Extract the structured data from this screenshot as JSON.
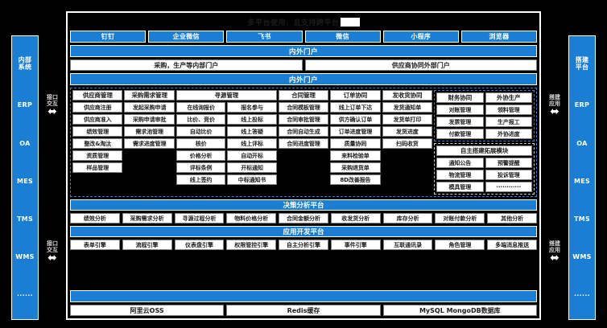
{
  "header": {
    "title": "多平台使用，且支持跨平台",
    "redacted": true
  },
  "platforms": [
    "钉钉",
    "企业微信",
    "飞书",
    "微信",
    "小程序",
    "浏览器"
  ],
  "portal": {
    "bar_label": "内外门户",
    "internal": "采购，生产等内部门户",
    "external": "供应商协同外部门户",
    "second_bar_label": "内外门户"
  },
  "left_rail": {
    "title": "内部\n系统",
    "items": [
      "ERP",
      "OA",
      "MES",
      "TMS",
      "WMS",
      "······"
    ]
  },
  "right_rail": {
    "title": "搭建\n平台",
    "items": [
      "ERP",
      "OA",
      "MES",
      "TMS",
      "WMS",
      "······"
    ]
  },
  "arrows": {
    "left_top": "接口\n交互",
    "left_bottom": "接口\n交互",
    "right_top": "搭建\n应用",
    "right_bottom": "搭建\n应用"
  },
  "grid": {
    "supplier": {
      "head": "供应商管理",
      "items": [
        "供应商注册",
        "供应商准入",
        "绩效管理",
        "整改&淘汰",
        "资质管理",
        "样品管理"
      ]
    },
    "demand": {
      "head": "采购需求管理",
      "items": [
        "发起采购申请",
        "采购申请审批",
        "需求池管理",
        "需求进度管理"
      ]
    },
    "sourcing": {
      "head": "寻源管理",
      "pairs": [
        [
          "在线询报价",
          "报名参与"
        ],
        [
          "比价、竞价",
          "线上投标"
        ],
        [
          "自动比价",
          "线上答疑"
        ],
        [
          "核价",
          "线上评标"
        ],
        [
          "价格分析",
          "自动开标"
        ],
        [
          "评标条例",
          "开标通知"
        ],
        [
          "线上签约",
          "中标通知书"
        ]
      ]
    },
    "contract": {
      "head": "合同管理",
      "items": [
        "合同模板管理",
        "合同审批管理",
        "合同自动生成",
        "合同进度管理"
      ]
    },
    "order": {
      "head": "订单协同",
      "items": [
        "线上订单下达",
        "供方确认订单",
        "订单进度管理",
        "质量协同",
        "来料检验单",
        "采购退货单",
        "8D改善报告"
      ]
    },
    "delivery": {
      "head": "发收货协同",
      "items": [
        "发货通知单",
        "发货单打印",
        "发货进度",
        "扫码收货"
      ]
    },
    "finance": {
      "head": "财务协同",
      "items": [
        "对账管理",
        "发票管理",
        "付款管理"
      ]
    },
    "outsource": {
      "head": "外协生产",
      "items": [
        "领料管理",
        "生产报工",
        "外协进度"
      ]
    },
    "extension": {
      "head": "自主搭建拓展模块",
      "pairs": [
        [
          "通知公告",
          "预警提醒"
        ],
        [
          "物流管理",
          "投诉管理"
        ],
        [
          "模具管理",
          "············"
        ]
      ]
    }
  },
  "analysis": {
    "label": "决策分析平台",
    "items": [
      "绩效分析",
      "采购需求分析",
      "寻源过程分析",
      "物料价格分析",
      "合同金额分析",
      "收发货分析",
      "库存分析",
      "对账付款分析",
      "其他分析"
    ]
  },
  "appdev": {
    "label": "应用开发平台",
    "items": [
      "表单引擎",
      "流程引擎",
      "仪表盘引擎",
      "权限管控引擎",
      "自主分析引擎",
      "事件引擎",
      "互联通讯录",
      "角色管理",
      "多端消息推送"
    ]
  },
  "infra": {
    "bar_label": "",
    "items": [
      "阿里云OSS",
      "Redis缓存",
      "MySQL MongoDB数据库"
    ]
  },
  "colors": {
    "brand_blue": "#1a7fd4",
    "background": "#000000",
    "cell_bg": "#ffffff",
    "text_dark": "#1c1c1c"
  }
}
